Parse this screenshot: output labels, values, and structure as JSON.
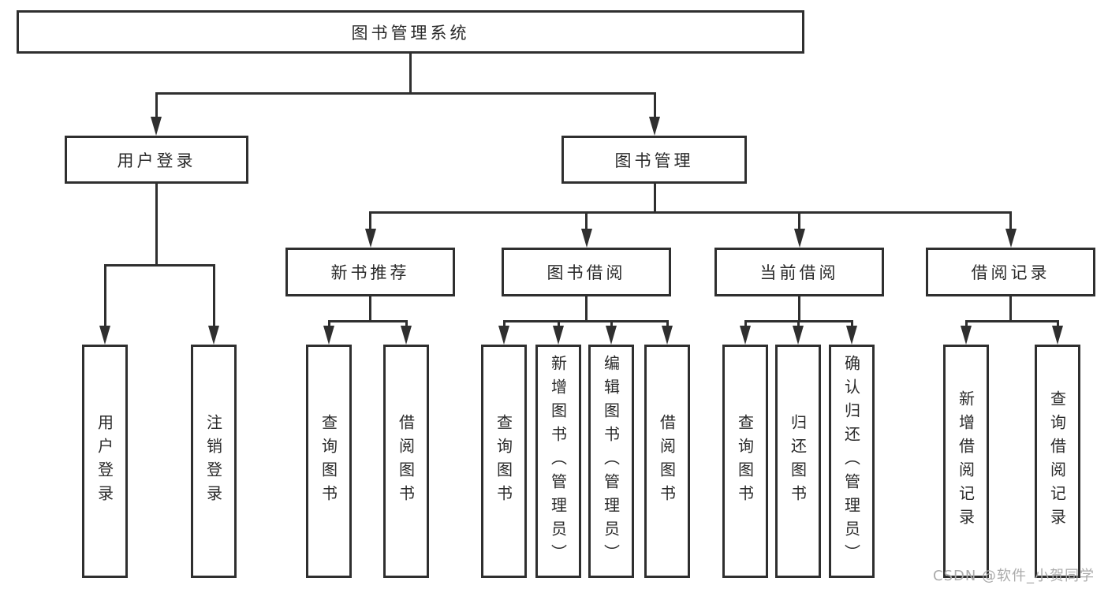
{
  "diagram": {
    "root": {
      "label": "图书管理系统"
    },
    "branches": [
      {
        "label": "用户登录",
        "children": [
          {
            "label": "用户登录"
          },
          {
            "label": "注销登录"
          }
        ]
      },
      {
        "label": "图书管理",
        "children": [
          {
            "label": "新书推荐",
            "children": [
              {
                "label": "查询图书"
              },
              {
                "label": "借阅图书"
              }
            ]
          },
          {
            "label": "图书借阅",
            "children": [
              {
                "label": "查询图书"
              },
              {
                "label": "新增图书（管理员）"
              },
              {
                "label": "编辑图书（管理员）"
              },
              {
                "label": "借阅图书"
              }
            ]
          },
          {
            "label": "当前借阅",
            "children": [
              {
                "label": "查询图书"
              },
              {
                "label": "归还图书"
              },
              {
                "label": "确认归还（管理员）"
              }
            ]
          },
          {
            "label": "借阅记录",
            "children": [
              {
                "label": "新增借阅记录"
              },
              {
                "label": "查询借阅记录"
              }
            ]
          }
        ]
      }
    ]
  },
  "watermark": "CSDN @软件_小贺同学",
  "colors": {
    "line": "#2f2f2f",
    "text": "#2a2a2a",
    "watermark": "#ababab",
    "background": "#ffffff"
  }
}
